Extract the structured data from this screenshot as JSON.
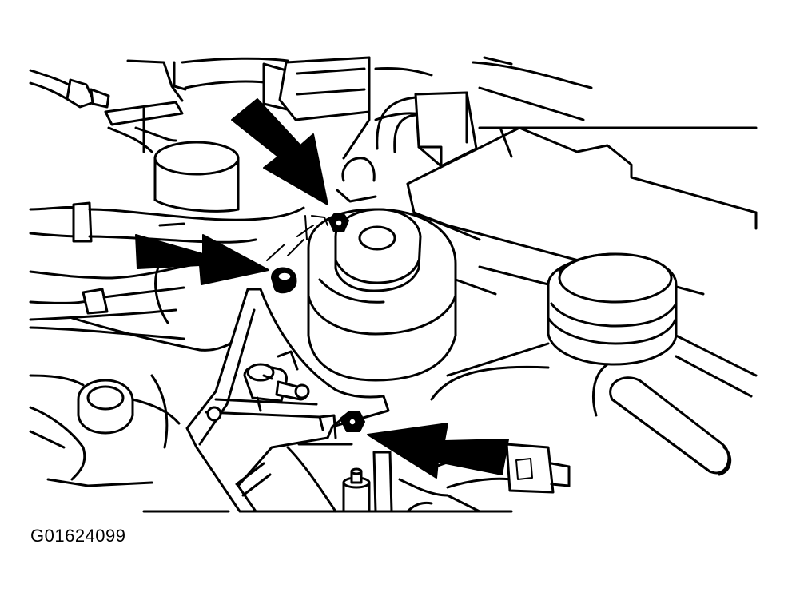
{
  "figure": {
    "id_label": "G01624099"
  },
  "colors": {
    "ink": "#000000",
    "paper": "#ffffff"
  },
  "callouts": [
    {
      "name": "arrow-upper",
      "target": "upper-nut"
    },
    {
      "name": "arrow-left",
      "target": "left-nut"
    },
    {
      "name": "arrow-right",
      "target": "bracket-nut"
    }
  ]
}
